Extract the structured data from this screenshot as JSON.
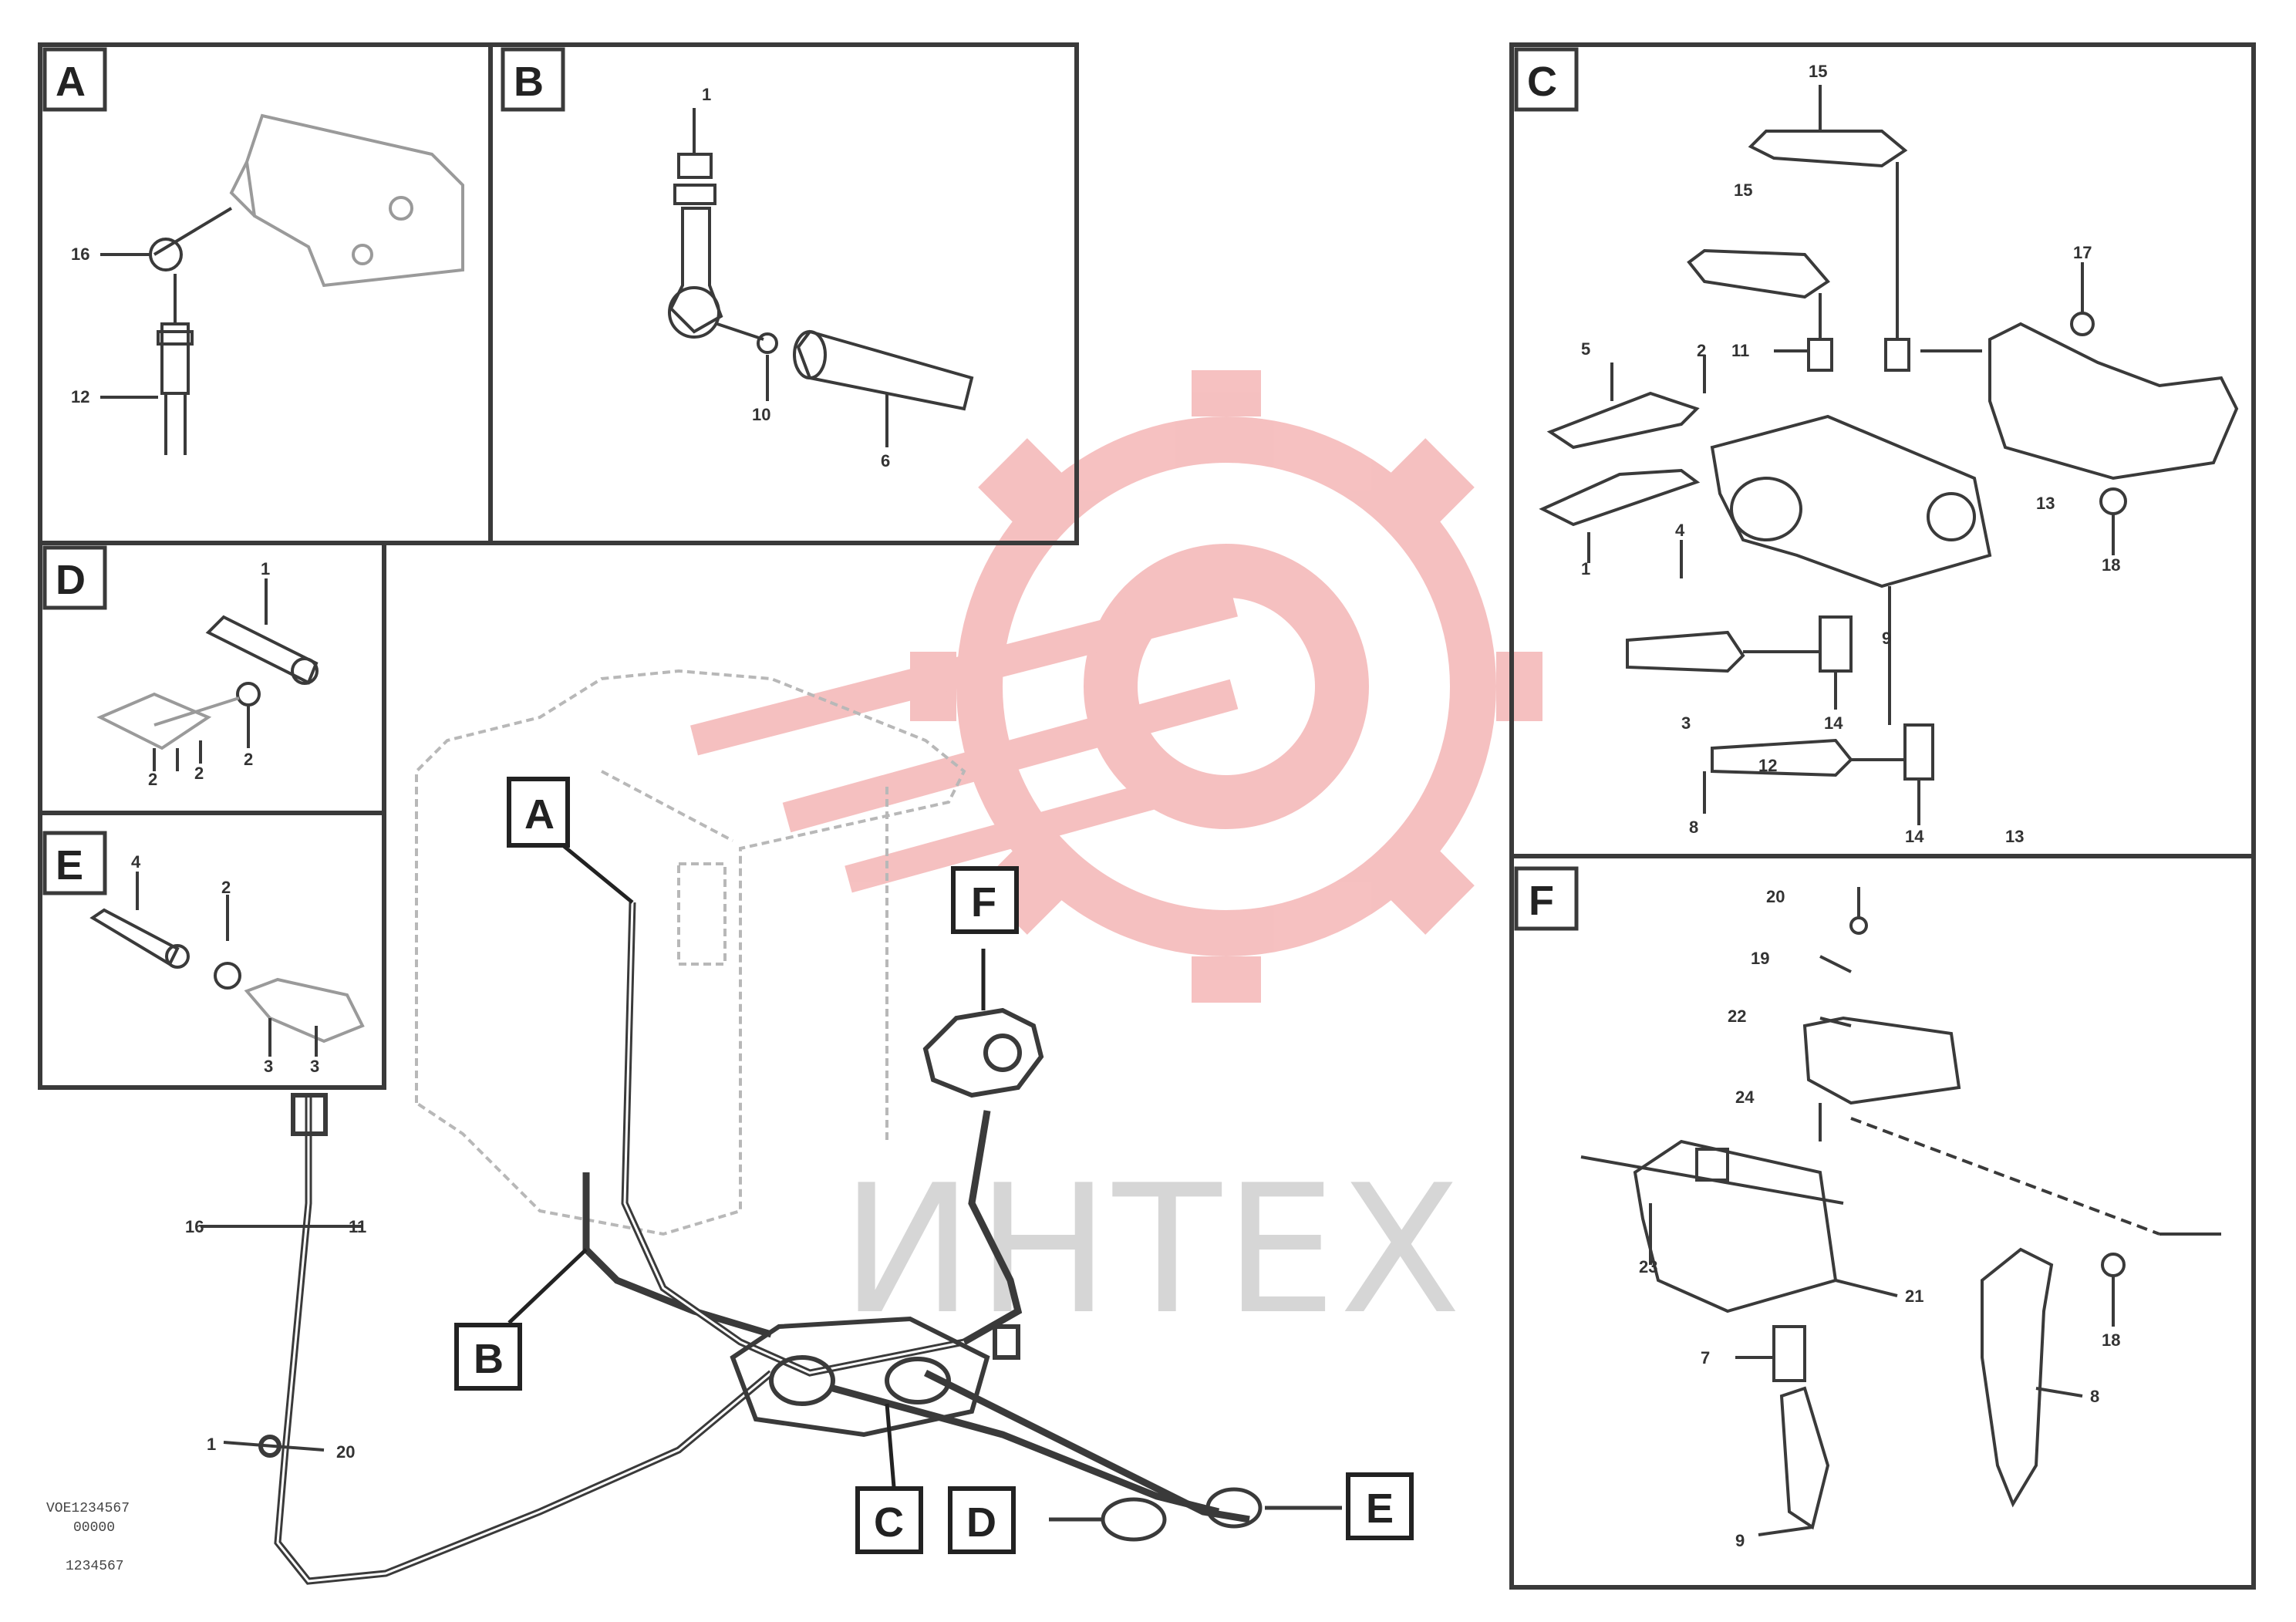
{
  "colors": {
    "line": "#3a3a3a",
    "faint": "#9a9a9a",
    "watermark_gear": "#f4b6b6",
    "watermark_text": "#d6d6d6"
  },
  "watermark": {
    "text": "ИНТЕХ"
  },
  "panels": {
    "A": {
      "label": "A",
      "parts": [
        "16",
        "12"
      ]
    },
    "B": {
      "label": "B",
      "parts": [
        "1",
        "10",
        "6"
      ]
    },
    "C": {
      "label": "C",
      "parts": [
        "15",
        "15",
        "17",
        "5",
        "2",
        "11",
        "4",
        "1",
        "9",
        "14",
        "13",
        "18",
        "3",
        "8",
        "12",
        "14",
        "13"
      ]
    },
    "D": {
      "label": "D",
      "parts": [
        "1",
        "2",
        "2",
        "2"
      ]
    },
    "E": {
      "label": "E",
      "parts": [
        "4",
        "2",
        "3",
        "3"
      ]
    },
    "F": {
      "label": "F",
      "parts": [
        "20",
        "19",
        "22",
        "24",
        "23",
        "21",
        "7",
        "9",
        "18",
        "8"
      ]
    }
  },
  "main": {
    "callouts": [
      "A",
      "B",
      "C",
      "D",
      "E",
      "F"
    ],
    "parts": [
      "16",
      "11",
      "1",
      "20"
    ]
  },
  "reference": {
    "line1": "VOE1234567",
    "line2": "00000",
    "line3": "1234567"
  }
}
